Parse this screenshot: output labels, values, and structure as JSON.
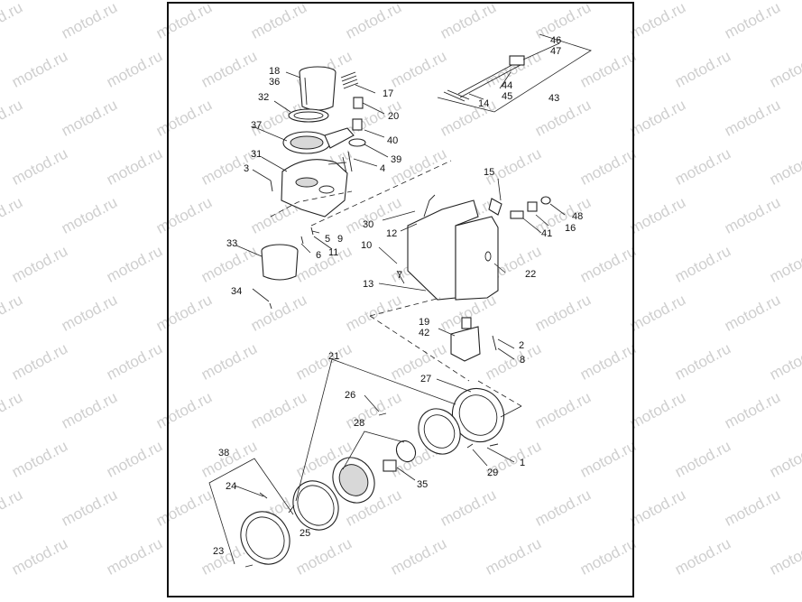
{
  "watermark": {
    "text": "motod.ru"
  },
  "diagram": {
    "part_labels": [
      "1",
      "2",
      "3",
      "4",
      "5",
      "6",
      "7",
      "8",
      "9",
      "10",
      "11",
      "12",
      "13",
      "14",
      "15",
      "16",
      "17",
      "18",
      "36",
      "19",
      "42",
      "20",
      "21",
      "22",
      "23",
      "24",
      "25",
      "26",
      "27",
      "28",
      "29",
      "30",
      "31",
      "32",
      "33",
      "34",
      "35",
      "37",
      "38",
      "39",
      "40",
      "41",
      "43",
      "44",
      "45",
      "46",
      "47",
      "48"
    ]
  },
  "colors": {
    "line": "#222222",
    "watermark": "#cfcfcf",
    "background": "#ffffff"
  }
}
